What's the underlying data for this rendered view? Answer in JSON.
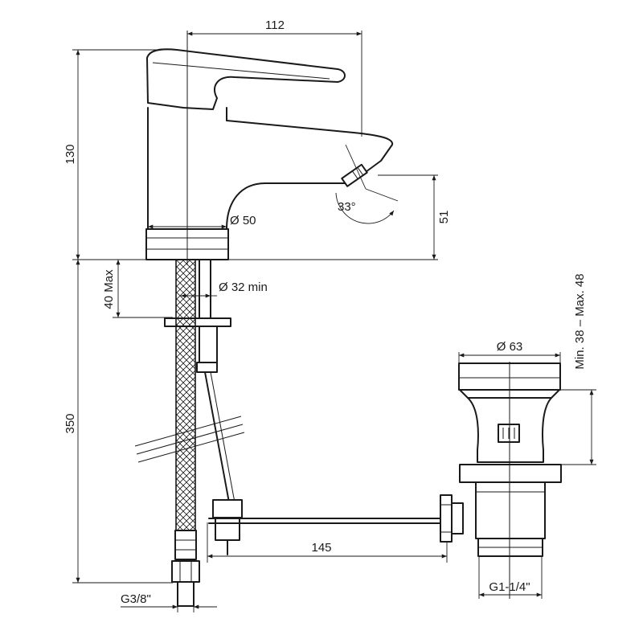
{
  "dimensions": {
    "width_112": "112",
    "height_130": "130",
    "outlet_51": "51",
    "angle_33": "33°",
    "body_dia_50": "Ø 50",
    "hole_min_32": "Ø 32 min",
    "deck_40_max": "40 Max",
    "hose_350": "350",
    "waste_dia_63": "Ø 63",
    "rod_145": "145",
    "range_38_48": "Min. 38 – Max. 48",
    "hose_thread": "G3/8\"",
    "waste_thread": "G1-1/4\""
  }
}
